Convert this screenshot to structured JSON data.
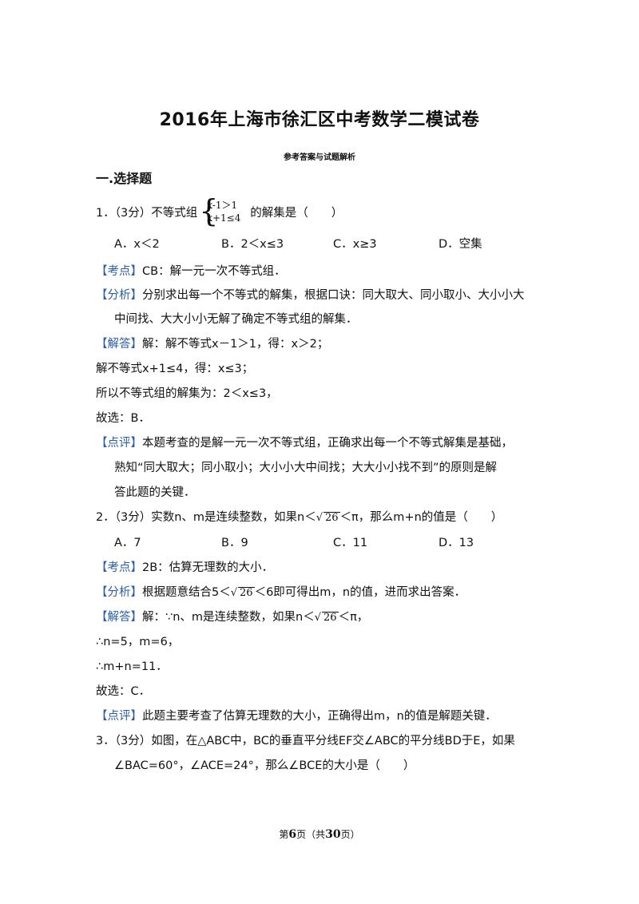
{
  "header": {
    "title": "2016年上海市徐汇区中考数学二模试卷",
    "subtitle": "参考答案与试题解析"
  },
  "section": "一.选择题",
  "q1": {
    "prefix": "1．（3分）不等式组",
    "sys_row1": "x-1＞1",
    "sys_row2": "x+1≤4",
    "suffix": "的解集是（　　）",
    "options": [
      "A．x＜2",
      "B．2＜x≤3",
      "C．x≥3",
      "D．空集"
    ],
    "kaodian_tag": "【考点】",
    "kaodian": "CB：解一元一次不等式组．",
    "fenxi_tag": "【分析】",
    "fenxi_1": "分别求出每一个不等式的解集，根据口诀：同大取大、同小取小、大小小大",
    "fenxi_2": "中间找、大大小小无解了确定不等式组的解集．",
    "jieda_tag": "【解答】",
    "jieda_1": "解：解不等式x－1＞1，得：x＞2；",
    "jieda_2": "解不等式x+1≤4，得：x≤3；",
    "jieda_3": "所以不等式组的解集为：2＜x≤3，",
    "jieda_4": "故选：B．",
    "dianping_tag": "【点评】",
    "dianping_1": "本题考查的是解一元一次不等式组，正确求出每一个不等式解集是基础，",
    "dianping_2": "熟知“同大取大；同小取小；大小小大中间找；大大小小找不到”的原则是解",
    "dianping_3": "答此题的关键．"
  },
  "q2": {
    "prefix": "2．（3分）实数n、m是连续整数，如果n＜",
    "radicand": "26",
    "suffix": "＜π，那么m+n的值是（　　）",
    "options": [
      "A．7",
      "B．9",
      "C．11",
      "D．13"
    ],
    "kaodian_tag": "【考点】",
    "kaodian": "2B：估算无理数的大小．",
    "fenxi_tag": "【分析】",
    "fenxi_pre": "根据题意结合5＜",
    "fenxi_rad": "26",
    "fenxi_post": "＜6即可得出m，n的值，进而求出答案．",
    "jieda_tag": "【解答】",
    "jieda_pre": "解：∵n、m是连续整数，如果n＜",
    "jieda_rad": "26",
    "jieda_post": "＜π，",
    "jieda_2": "∴n=5，m=6，",
    "jieda_3": "∴m+n=11．",
    "jieda_4": "故选：C．",
    "dianping_tag": "【点评】",
    "dianping_1": "此题主要考查了估算无理数的大小，正确得出m，n的值是解题关键．"
  },
  "q3": {
    "line_1": "3．（3分）如图，在△ABC中，BC的垂直平分线EF交∠ABC的平分线BD于E，如果",
    "line_2": "∠BAC=60°，∠ACE=24°，那么∠BCE的大小是（　　）"
  },
  "footer": {
    "pre": "第",
    "page": "6",
    "mid": "页（共",
    "total": "30",
    "post": "页）"
  },
  "colors": {
    "tag": "#2a5caa",
    "text": "#111111"
  }
}
